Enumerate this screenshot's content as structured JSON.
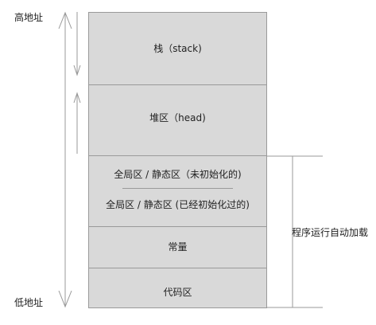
{
  "diagram": {
    "high_address_label": "高地址",
    "low_address_label": "低地址",
    "segments": {
      "stack": "栈（stack)",
      "heap": "堆区（head)",
      "global_static_uninit": "全局区 / 静态区（未初始化的)",
      "global_static_init": "全局区 / 静态区 (已经初始化过的)",
      "constant": "常量",
      "code": "代码区"
    },
    "auto_load_label": "程序运行自动加载",
    "colors": {
      "segment_fill": "#d9d9d9",
      "segment_border": "#9a9a9a",
      "arrow": "#999999"
    }
  }
}
